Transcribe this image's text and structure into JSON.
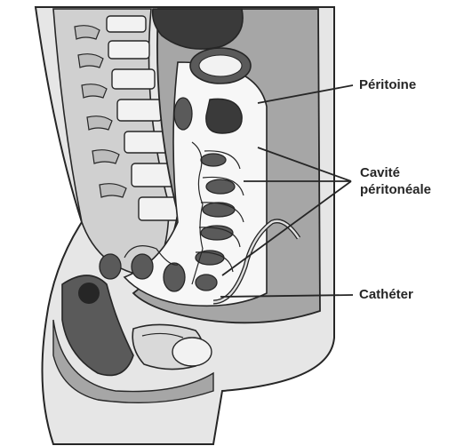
{
  "labels": {
    "peritoine": "Péritoine",
    "cavite_line1": "Cavité",
    "cavite_line2": "péritonéale",
    "catheter": "Cathéter"
  },
  "colors": {
    "outline": "#262626",
    "tissue_light": "#d9d9d9",
    "tissue_mid": "#a6a6a6",
    "tissue_dark": "#5a5a5a",
    "organ_dark": "#3a3a3a",
    "cavity_white": "#f7f7f7"
  }
}
